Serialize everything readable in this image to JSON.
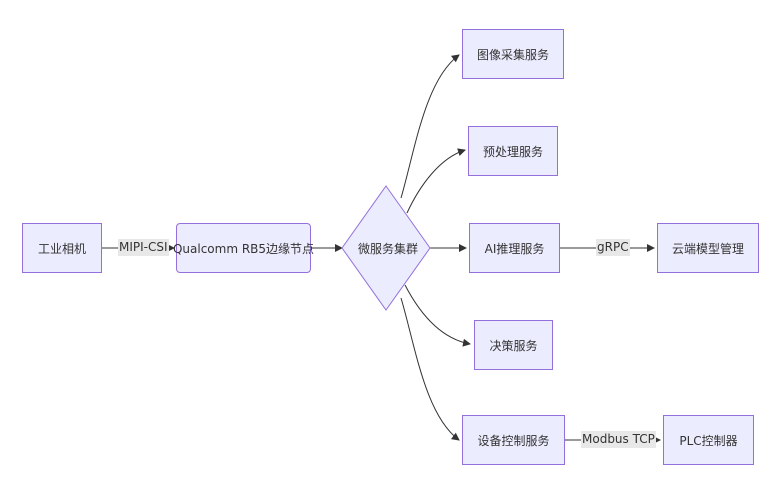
{
  "diagram": {
    "nodes": {
      "camera": "工业相机",
      "rb5": "Qualcomm RB5边缘节点",
      "cluster": "微服务集群",
      "image_capture": "图像采集服务",
      "preprocess": "预处理服务",
      "ai_inference": "AI推理服务",
      "cloud_model": "云端模型管理",
      "decision": "决策服务",
      "device_control": "设备控制服务",
      "plc": "PLC控制器"
    },
    "edge_labels": {
      "camera_to_rb5": "MIPI-CSI",
      "ai_to_cloud": "gRPC",
      "device_to_plc": "Modbus TCP"
    },
    "colors": {
      "node_fill": "#ECECFF",
      "node_stroke": "#9370DB",
      "edge": "#333333",
      "label_bg": "#E8E8E8"
    }
  }
}
